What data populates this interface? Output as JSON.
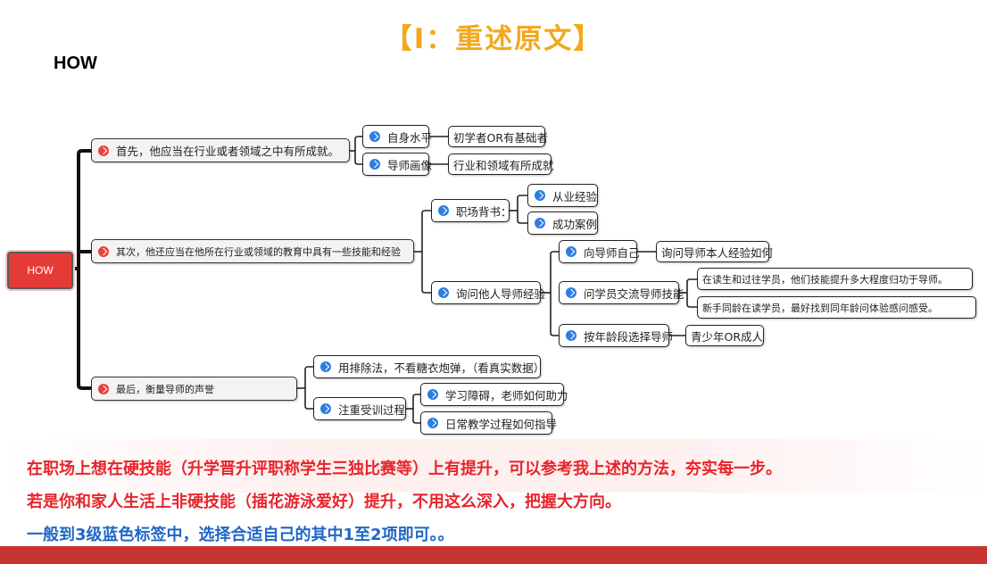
{
  "slide": {
    "title": "【I：重述原文】",
    "how_label": "HOW"
  },
  "mindmap": {
    "root": "HOW",
    "branch1": {
      "label": "首先，他应当在行业或者领域之中有所成就。",
      "children": [
        {
          "label": "自身水平",
          "leaf": "初学者OR有基础者"
        },
        {
          "label": "导师画像",
          "leaf": "行业和领域有所成就"
        }
      ]
    },
    "branch2": {
      "label": "其次，他还应当在他所在行业或领域的教育中具有一些技能和经验",
      "career": {
        "label": "职场背书：",
        "children": [
          "从业经验",
          "成功案例"
        ]
      },
      "ask": {
        "label": "询问他人导师经验",
        "children": [
          {
            "label": "向导师自己",
            "leaf": "询问导师本人经验如何"
          },
          {
            "label": "问学员交流导师技能",
            "leaves": [
              "在读生和过往学员，他们技能提升多大程度归功于导师。",
              "新手同龄在读学员，最好找到同年龄问体验感问感受。"
            ]
          },
          {
            "label": "按年龄段选择导师",
            "leaf": "青少年OR成人"
          }
        ]
      }
    },
    "branch3": {
      "label": "最后，衡量导师的声誉",
      "exclusion": "用排除法，不看糖衣炮弹，（看真实数据）",
      "training": {
        "label": "注重受训过程",
        "children": [
          "学习障碍，老师如何助力",
          "日常教学过程如何指导"
        ]
      }
    }
  },
  "notes": [
    "在职场上想在硬技能（升学晋升评职称学生三独比赛等）上有提升，可以参考我上述的方法，夯实每一步。",
    "若是你和家人生活上非硬技能（插花游泳爱好）提升，不用这么深入，把握大方向。",
    "一般到3级蓝色标签中，选择合适自己的其中1至2项即可。。"
  ],
  "colors": {
    "title": "#f2a81d",
    "root_fill": "#e53b36",
    "red_text": "#e8242a",
    "blue_text": "#1f67c6",
    "bar": "#c8342f"
  }
}
